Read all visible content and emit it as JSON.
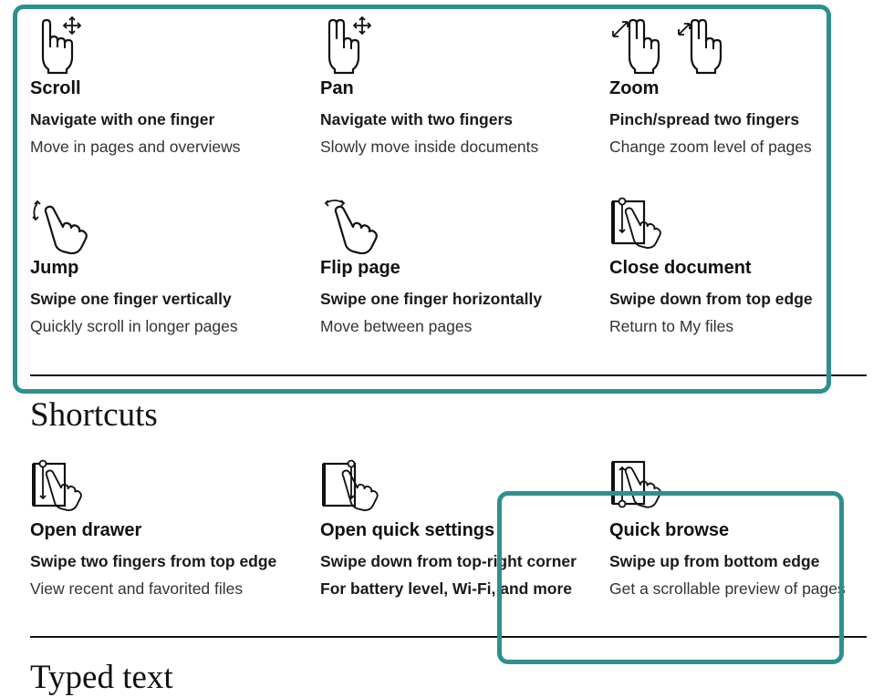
{
  "gestures": [
    {
      "icon": "scroll-gesture-icon",
      "title": "Scroll",
      "line1": "Navigate with one finger",
      "line2": "Move in pages and overviews"
    },
    {
      "icon": "pan-gesture-icon",
      "title": "Pan",
      "line1": "Navigate with two fingers",
      "line2": "Slowly move inside documents"
    },
    {
      "icon": "zoom-gesture-icon",
      "title": "Zoom",
      "line1": "Pinch/spread two fingers",
      "line2": "Change zoom level of pages"
    },
    {
      "icon": "jump-gesture-icon",
      "title": "Jump",
      "line1": "Swipe one finger vertically",
      "line2": "Quickly scroll in longer pages"
    },
    {
      "icon": "flip-page-gesture-icon",
      "title": "Flip page",
      "line1": "Swipe one finger horizontally",
      "line2": "Move between pages"
    },
    {
      "icon": "close-document-gesture-icon",
      "title": "Close document",
      "line1": "Swipe down from top edge",
      "line2": "Return to My files"
    }
  ],
  "shortcuts_heading": "Shortcuts",
  "shortcuts": [
    {
      "icon": "open-drawer-gesture-icon",
      "title": "Open drawer",
      "line1": "Swipe two fingers from top edge",
      "line2": "View recent and favorited files"
    },
    {
      "icon": "quick-settings-gesture-icon",
      "title": "Open quick settings",
      "line1": "Swipe down from top-right corner",
      "line2": "For battery level, Wi-Fi, and more"
    },
    {
      "icon": "quick-browse-gesture-icon",
      "title": "Quick browse",
      "line1": "Swipe up from bottom edge",
      "line2": "Get a scrollable preview of pages"
    }
  ],
  "typed_text_heading": "Typed text",
  "colors": {
    "highlight": "#2f8f8f",
    "text": "#111111"
  }
}
